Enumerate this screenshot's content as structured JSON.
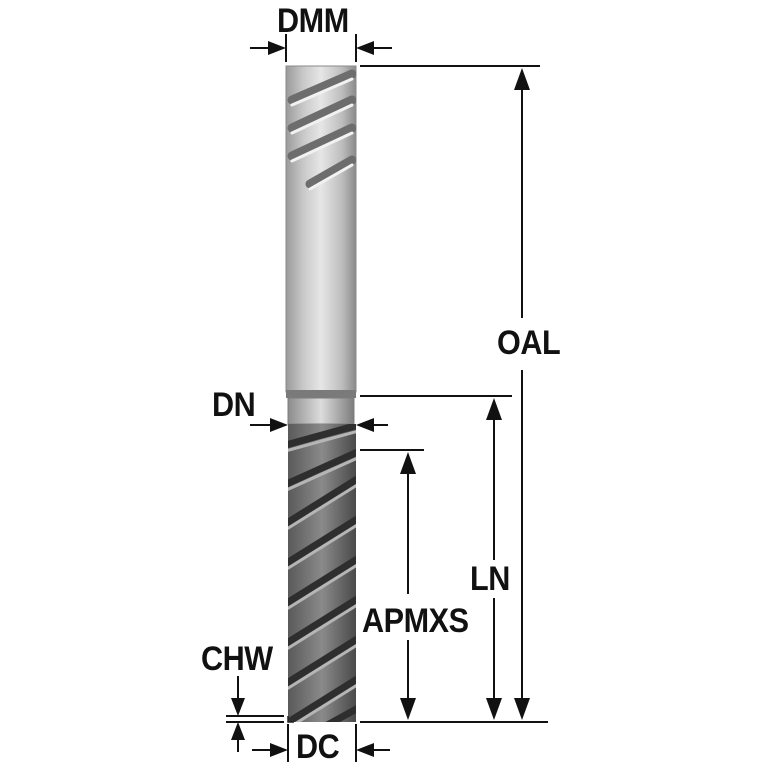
{
  "labels": {
    "dmm": "DMM",
    "oal": "OAL",
    "dn": "DN",
    "ln": "LN",
    "apmxs": "APMXS",
    "chw": "CHW",
    "dc": "DC"
  },
  "colors": {
    "line": "#111111",
    "shank_dark": "#8e8e8e",
    "shank_light": "#e2e2e2",
    "flute_dark": "#3e3e3e",
    "flute_light": "#9a9a9a"
  }
}
